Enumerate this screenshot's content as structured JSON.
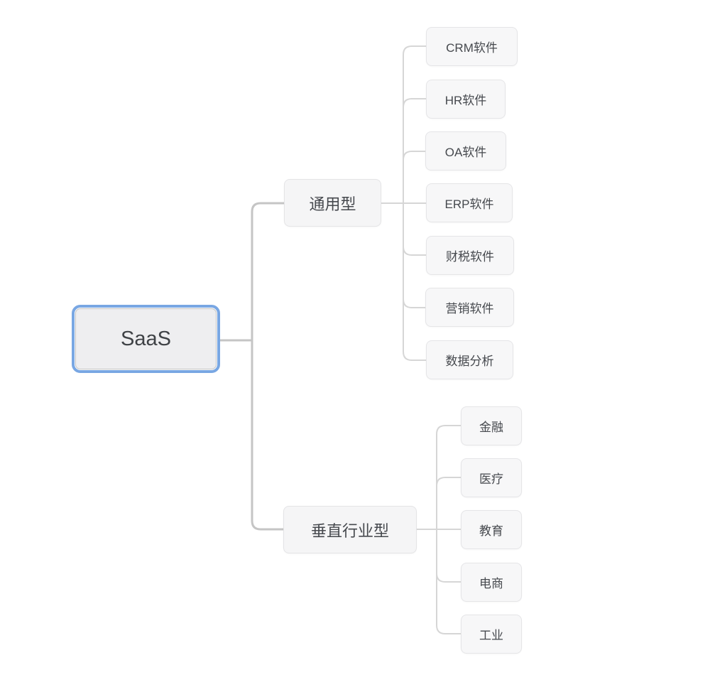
{
  "colors": {
    "selection_ring": "#79a7e3",
    "root_bg": "#eeeef0",
    "root_border": "#c3c3c3",
    "node_bg": "#f5f5f6",
    "node_border": "#e4e4e6",
    "text": "#46494e",
    "primary_line": "#c5c5c5",
    "secondary_line": "#d6d6d6"
  },
  "mindmap": {
    "root": {
      "label": "SaaS",
      "selected": true,
      "children": [
        {
          "label": "通用型",
          "children": [
            {
              "label": "CRM软件"
            },
            {
              "label": "HR软件"
            },
            {
              "label": "OA软件"
            },
            {
              "label": "ERP软件"
            },
            {
              "label": "财税软件"
            },
            {
              "label": "营销软件"
            },
            {
              "label": "数据分析"
            }
          ]
        },
        {
          "label": "垂直行业型",
          "children": [
            {
              "label": "金融"
            },
            {
              "label": "医疗"
            },
            {
              "label": "教育"
            },
            {
              "label": "电商"
            },
            {
              "label": "工业"
            }
          ]
        }
      ]
    }
  }
}
